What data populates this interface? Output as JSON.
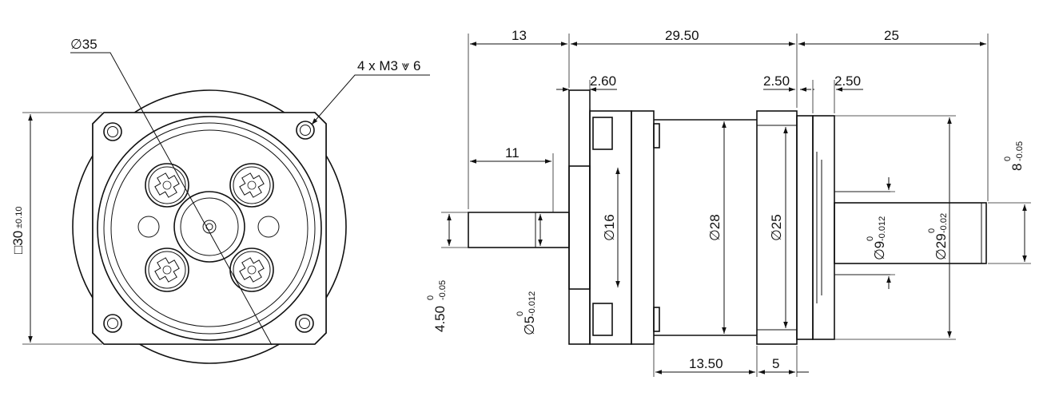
{
  "front_view": {
    "diameter_label": "∅35",
    "thread_label": "4 x M3 ⩔ 6",
    "square_label": "□30",
    "square_tolerance": "±0.10"
  },
  "side_view": {
    "dim_13": "13",
    "dim_29_50": "29.50",
    "dim_25": "25",
    "dim_2_60": "2.60",
    "dim_2_50_a": "2.50",
    "dim_2_50_b": "2.50",
    "dim_11": "11",
    "dim_13_50": "13.50",
    "dim_5": "5",
    "dia_16": "∅16",
    "dia_28": "∅28",
    "dia_25": "∅25",
    "dia_9": "∅9",
    "dia_9_upper": "0",
    "dia_9_lower": "-0.012",
    "dia_29": "∅29",
    "dia_29_upper": "0",
    "dia_29_lower": "-0.02",
    "dim_8": "8",
    "dim_8_upper": "0",
    "dim_8_lower": "-0.05",
    "dim_4_50": "4.50",
    "dim_4_50_upper": "0",
    "dim_4_50_lower": "-0.05",
    "dia_5": "∅5",
    "dia_5_upper": "0",
    "dia_5_lower": "-0.012"
  }
}
